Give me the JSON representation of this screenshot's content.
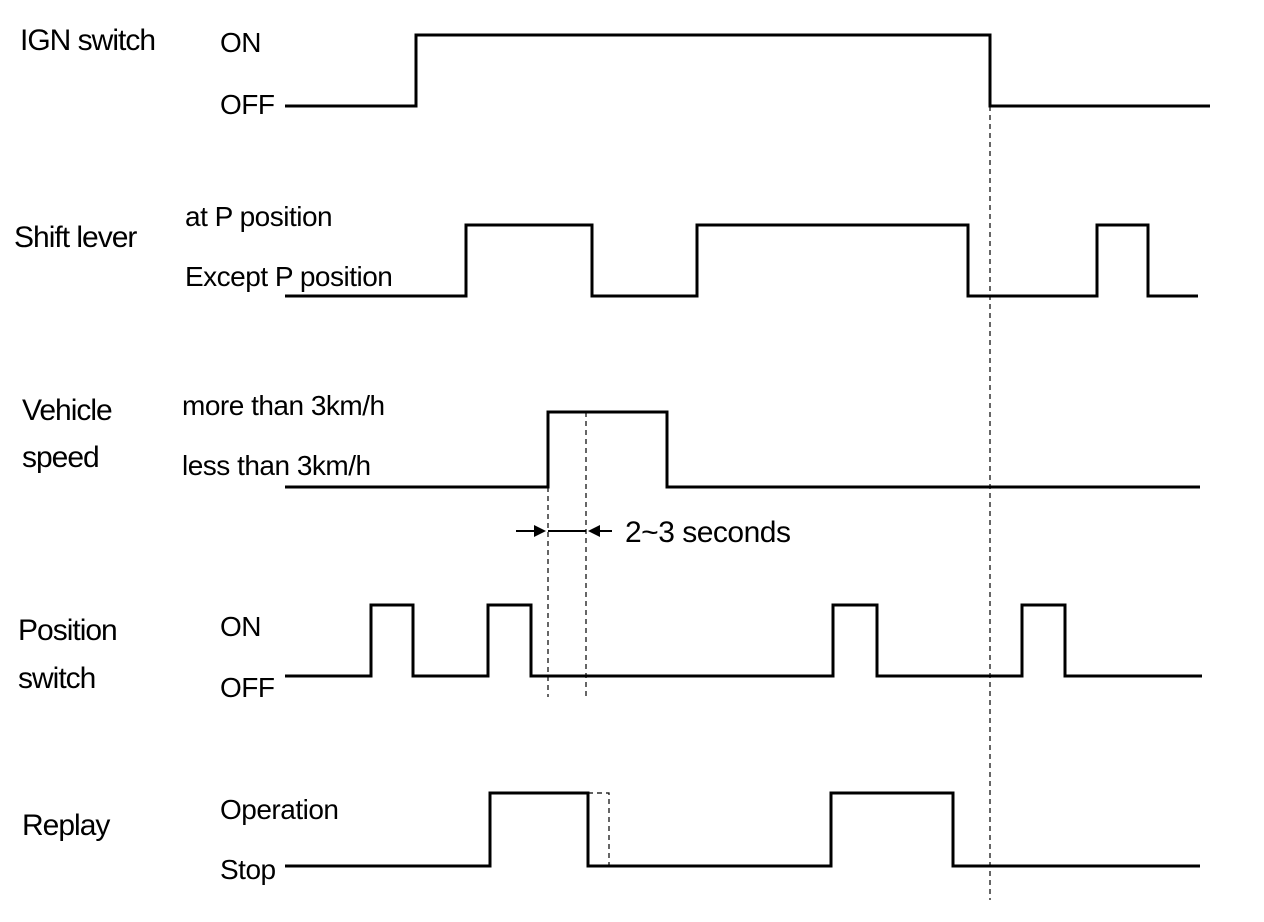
{
  "signals": [
    {
      "name_lines": [
        "IGN switch"
      ],
      "high_label": "ON",
      "low_label": "OFF"
    },
    {
      "name_lines": [
        "Shift lever"
      ],
      "high_label": "at P position",
      "low_label": "Except P position"
    },
    {
      "name_lines": [
        "Vehicle",
        "speed"
      ],
      "high_label": "more than 3km/h",
      "low_label": "less than 3km/h"
    },
    {
      "name_lines": [
        "Position",
        "switch"
      ],
      "high_label": "ON",
      "low_label": "OFF"
    },
    {
      "name_lines": [
        "Replay"
      ],
      "high_label": "Operation",
      "low_label": "Stop"
    }
  ],
  "timing_note": "2~3 seconds"
}
